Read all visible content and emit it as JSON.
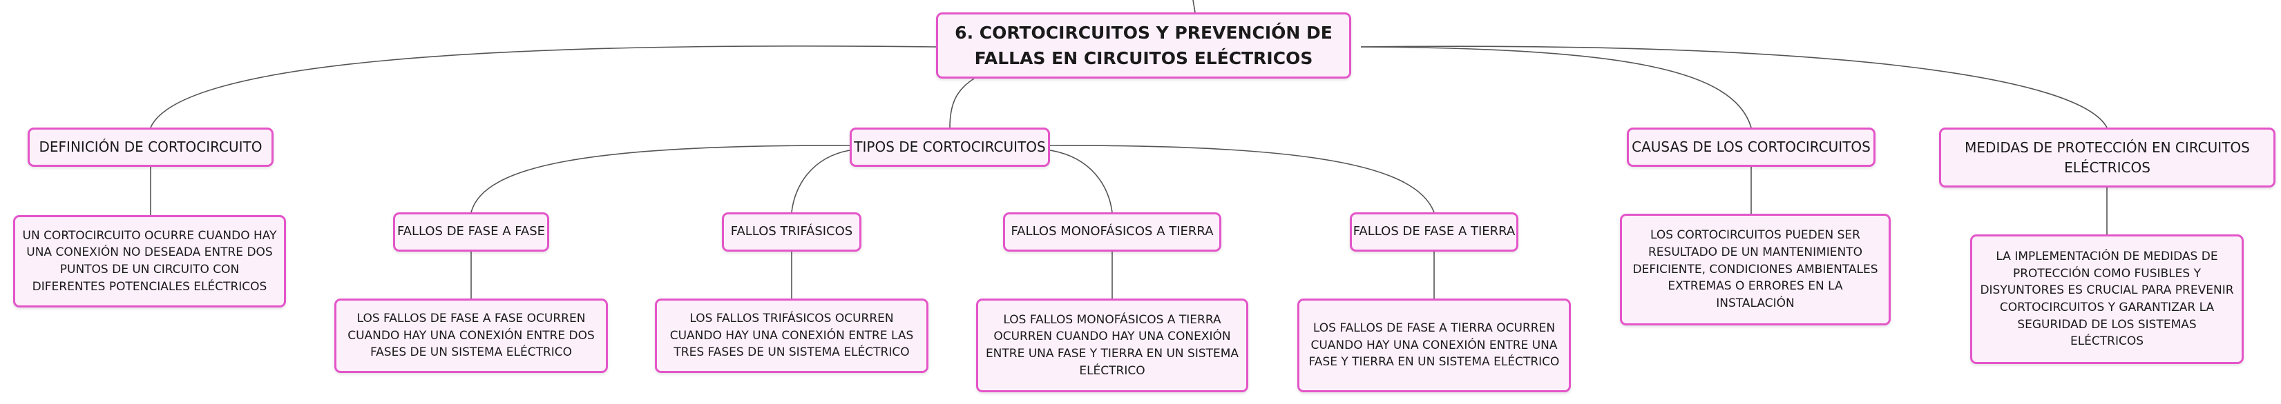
{
  "colors": {
    "node_border": "#e455c9",
    "node_fill": "#fcf0fb",
    "line": "#555555"
  },
  "root": {
    "title": "6. CORTOCIRCUITOS Y PREVENCIÓN DE FALLAS EN CIRCUITOS ELÉCTRICOS"
  },
  "definicion": {
    "title": "DEFINICIÓN DE CORTOCIRCUITO",
    "text": "UN CORTOCIRCUITO OCURRE CUANDO HAY UNA CONEXIÓN NO DESEADA ENTRE DOS PUNTOS DE UN CIRCUITO CON DIFERENTES POTENCIALES ELÉCTRICOS"
  },
  "tipos": {
    "title": "TIPOS DE CORTOCIRCUITOS",
    "items": [
      {
        "title": "FALLOS DE FASE A FASE",
        "text": "LOS FALLOS DE FASE A FASE OCURREN CUANDO HAY UNA CONEXIÓN ENTRE DOS FASES DE UN SISTEMA ELÉCTRICO"
      },
      {
        "title": "FALLOS TRIFÁSICOS",
        "text": "LOS FALLOS TRIFÁSICOS OCURREN CUANDO HAY UNA CONEXIÓN ENTRE LAS TRES FASES DE UN SISTEMA ELÉCTRICO"
      },
      {
        "title": "FALLOS MONOFÁSICOS A TIERRA",
        "text": "LOS FALLOS MONOFÁSICOS A TIERRA OCURREN CUANDO HAY UNA CONEXIÓN ENTRE UNA FASE Y TIERRA EN UN SISTEMA ELÉCTRICO"
      },
      {
        "title": "FALLOS DE FASE A TIERRA",
        "text": "LOS FALLOS DE FASE A TIERRA OCURREN CUANDO HAY UNA CONEXIÓN ENTRE UNA FASE Y TIERRA EN UN SISTEMA ELÉCTRICO"
      }
    ]
  },
  "causas": {
    "title": "CAUSAS DE LOS CORTOCIRCUITOS",
    "text": "LOS CORTOCIRCUITOS PUEDEN SER RESULTADO DE UN MANTENIMIENTO DEFICIENTE, CONDICIONES AMBIENTALES EXTREMAS O ERRORES EN LA INSTALACIÓN"
  },
  "medidas": {
    "title": "MEDIDAS DE PROTECCIÓN EN CIRCUITOS ELÉCTRICOS",
    "text": "LA IMPLEMENTACIÓN DE MEDIDAS DE PROTECCIÓN COMO FUSIBLES Y DISYUNTORES ES CRUCIAL PARA PREVENIR CORTOCIRCUITOS Y GARANTIZAR LA SEGURIDAD DE LOS SISTEMAS ELÉCTRICOS"
  }
}
